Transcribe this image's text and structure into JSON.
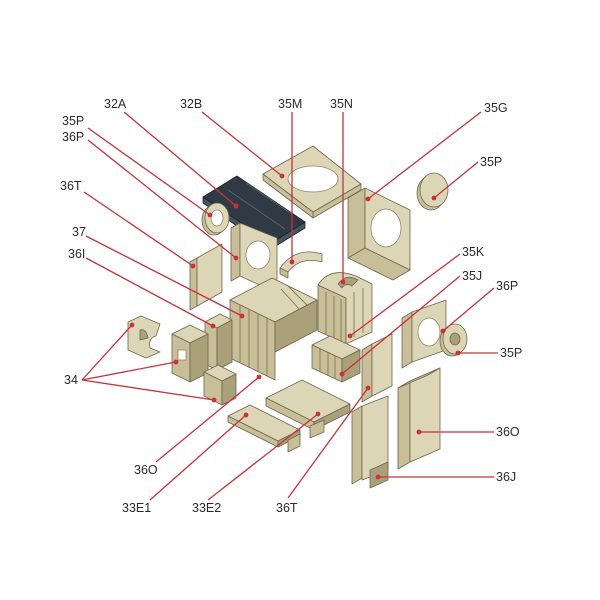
{
  "callouts": {
    "c_32A": "32A",
    "c_32B": "32B",
    "c_35M": "35M",
    "c_35N": "35N",
    "c_35G": "35G",
    "c_35P_left": "35P",
    "c_36P_left": "36P",
    "c_35P_right_top": "35P",
    "c_36T_left": "36T",
    "c_37": "37",
    "c_36I": "36I",
    "c_35K": "35K",
    "c_35J": "35J",
    "c_36P_right": "36P",
    "c_35P_right": "35P",
    "c_34": "34",
    "c_36O_left": "36O",
    "c_36O_right": "36O",
    "c_36J": "36J",
    "c_33E1": "33E1",
    "c_33E2": "33E2",
    "c_36T_bottom": "36T"
  },
  "colors": {
    "brick_light": "#ddd6b6",
    "brick_shade": "#c8bf99",
    "baffle_plate": "#2f3a44",
    "leader_line": "#c8323b"
  }
}
